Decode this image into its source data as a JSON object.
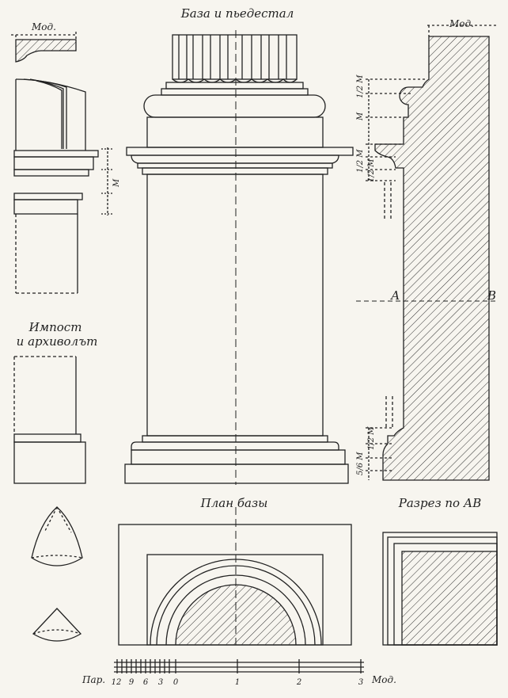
{
  "titles": {
    "base_and_pedestal": "База и пьедестал",
    "impost": "Импост",
    "archivolt": "и архиволът",
    "base_plan": "План базы",
    "section_ab": "Разрез по АВ"
  },
  "module_labels": {
    "top_left": "Мод.",
    "top_right": "Мод."
  },
  "dimensions": {
    "m_left": "М",
    "m_right": "М",
    "half_m_1": "1/2 М",
    "half_m_2": "1/2 М",
    "half_m_3": "1/2 М",
    "half_m_4": "1/2 М",
    "five_sixth_m": "5/6 М"
  },
  "section_marks": {
    "a": "А",
    "b": "В"
  },
  "scale": {
    "left_label": "Пар.",
    "right_label": "Мод.",
    "ticks": [
      "12",
      "9",
      "6",
      "3",
      "0",
      "1",
      "2",
      "3"
    ]
  },
  "colors": {
    "ink": "#222222",
    "paper": "#f7f5ef"
  }
}
